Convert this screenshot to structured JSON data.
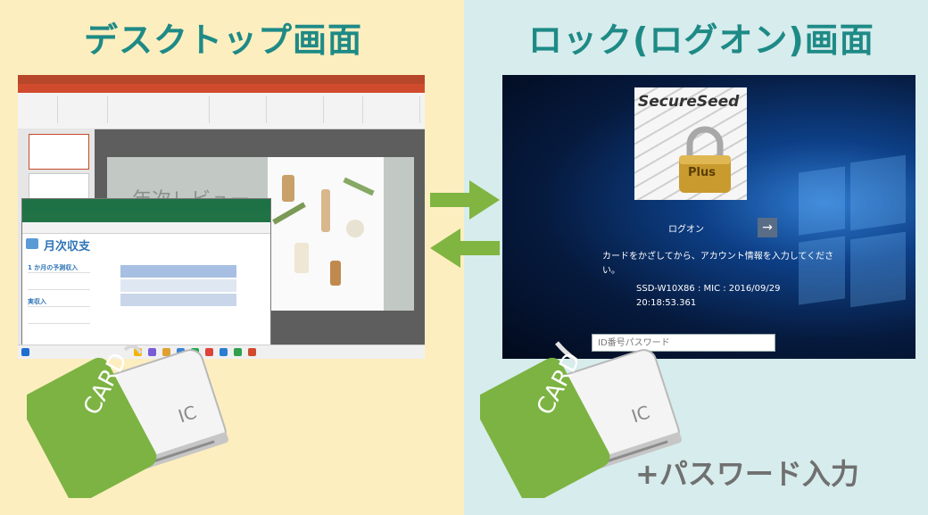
{
  "headings": {
    "left": "デスクトップ画面",
    "right": "ロック(ログオン)画面",
    "color": "#1e8a86"
  },
  "colors": {
    "left_bg": "#fdeec0",
    "right_bg": "#d7ecec",
    "arrow": "#80b541",
    "card_green": "#7cb342",
    "reader_white": "#f4f4f4",
    "plus_text": "#707070"
  },
  "desktop": {
    "slide_title": "年次レビュー",
    "excel_heading": "月次収支",
    "excel_sub1": "1 か月の予測収入",
    "excel_sub2": "実収入"
  },
  "lock": {
    "logo_text": "SecureSeed",
    "logo_badge": "Plus",
    "logon_label": "ログオン",
    "arrow_glyph": "→",
    "instruction_line1": "カードをかざしてから、アカウント情報を入力してくださ",
    "instruction_line2": "い。",
    "device_line1": "SSD-W10X86 : MIC : 2016/09/29",
    "device_line2": "20:18:53.361",
    "password_placeholder": "ID番号パスワード"
  },
  "readers": {
    "card_label": "CARD",
    "reader_label": "IC"
  },
  "footer": {
    "plus_password": "+パスワード入力"
  },
  "icons": [
    "arrow-right-icon",
    "arrow-left-icon",
    "padlock-icon",
    "windows-logo-icon",
    "card-reader-icon"
  ]
}
